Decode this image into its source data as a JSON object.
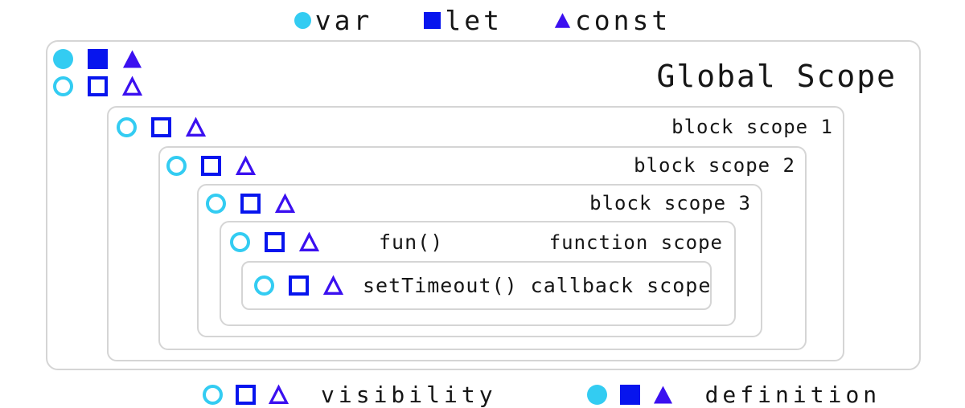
{
  "top_legend": {
    "var_label": "var",
    "let_label": "let",
    "const_label": "const"
  },
  "scopes": {
    "global": {
      "title": "Global Scope"
    },
    "block1": {
      "label": "block scope 1"
    },
    "block2": {
      "label": "block scope 2"
    },
    "block3": {
      "label": "block scope 3"
    },
    "function": {
      "name": "fun()",
      "label": "function scope"
    },
    "callback": {
      "label": "setTimeout() callback scope"
    }
  },
  "bottom_legend": {
    "visibility_label": "visibility",
    "definition_label": "definition"
  },
  "colors": {
    "var": "#33ccf2",
    "let": "#0715ee",
    "const": "#3b10f0"
  }
}
